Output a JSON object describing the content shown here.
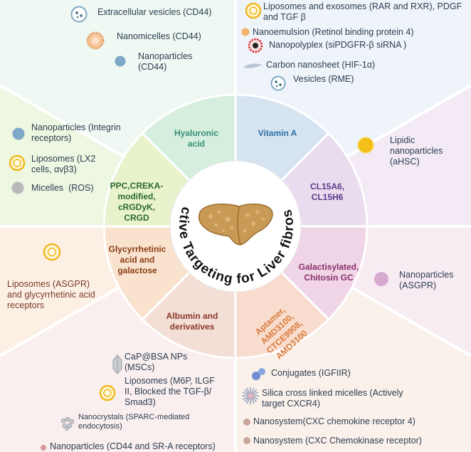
{
  "center": {
    "title": "Active Targeting for Liver fibrosis",
    "colors": {
      "liver": "#c99a55",
      "liver_spot": "#e0bb80",
      "title": "#111111"
    }
  },
  "ring_colors": {
    "hyaluronic": "#d6eedd",
    "vitamin": "#d6e4f2",
    "peptide": "#e8f3ce",
    "aptamer_cl15": "#eadcef",
    "glycyrr": "#f9e3cf",
    "albumin": "#f3dfd6",
    "aptamer_ring": "#f8dccd",
    "galacto": "#f0d5e6"
  },
  "sectors": {
    "hyaluronic_acid": "Hyaluronic acid",
    "vitamin_a": "Vitamin A",
    "cl15": "CL15A6, CL15H6",
    "galactosylated": "Galactisylated, Chitosin GC",
    "aptamer": "Aptamer, AMD3100, CTCE9908, AMD3100",
    "albumin": "Albumin and derivatives",
    "glycyrrhetinic": "Glycyrrhetinic acid and galactose",
    "peptides": "PPC,CREKA-modified, cRGDyK, CRGD"
  },
  "outer": {
    "top_left": {
      "items": [
        "Extracellular vesicles (CD44)",
        "Nanomicelles (CD44)",
        "Nanoparticles (CD44)"
      ]
    },
    "top_right": {
      "items": [
        "Liposomes and exosomes (RAR and RXR), PDGF and TGF β",
        "Nanoemulsion (Retinol binding protein 4)",
        "Nanopolyplex (siPDGFR-β siRNA )",
        "Carbon nanosheet (HIF-1α)",
        "Vesicles (RME)"
      ]
    },
    "left_upper": {
      "items": [
        "Nanoparticles (Integrin receptors)",
        "Liposomes (LX2 cells, αvβ3)",
        "Micelles  (ROS)"
      ]
    },
    "right_upper": {
      "items": [
        "Lipidic nanoparticles (aHSC)"
      ]
    },
    "left_lower": {
      "items": [
        "Liposomes (ASGPR) and glycyrrhetinic acid receptors"
      ]
    },
    "right_lower": {
      "items": [
        "Nanoparticles (ASGPR)"
      ]
    },
    "bottom_left": {
      "items": [
        "CaP@BSA NPs (MSCs)",
        "Liposomes (M6P, ILGF II, Blocked the TGF-β/ Smad3)",
        "Nanocrystals (SPARC-mediated endocytosis)",
        "Nanoparticles (CD44 and SR-A receptors)"
      ]
    },
    "bottom_right": {
      "items": [
        "Conjugates (IGFIIR)",
        "Silica cross linked micelles (Actively target CXCR4)",
        "Nanosystem(CXC chemokine receptor 4)",
        "Nanosystem (CXC Chemokinase receptor)"
      ]
    }
  }
}
